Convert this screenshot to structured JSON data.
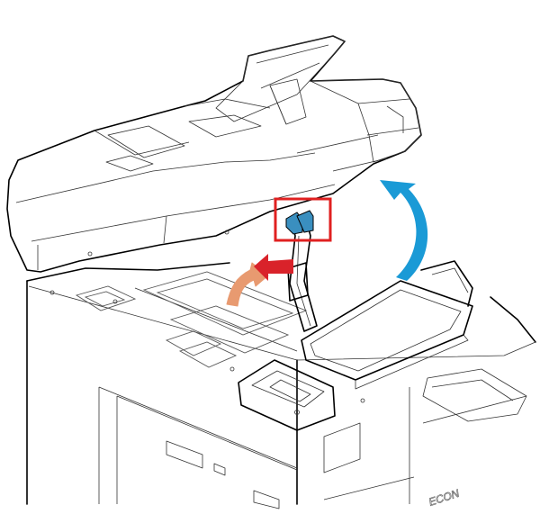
{
  "illustration": {
    "brand_mark": "ECON",
    "colors": {
      "feeder_fill": "#cfe2f1",
      "feeder_shade": "#b7d2e8",
      "lift_arrow": "#1a9ad6",
      "turn_arrow": "#e89a70",
      "push_arrow": "#d9222a",
      "callout_box": "#e02020",
      "stay_arm": "#e8b7c4",
      "latch": "#3a8fbf",
      "outline": "#000000"
    },
    "icons": [
      "lift-arrow",
      "turn-arrow",
      "push-arrow"
    ]
  }
}
